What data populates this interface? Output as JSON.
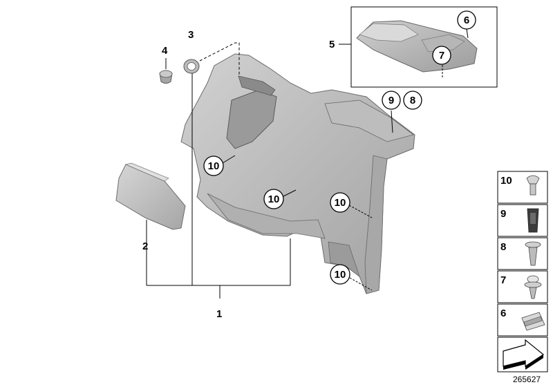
{
  "callouts": {
    "c1": "1",
    "c2": "2",
    "c3": "3",
    "c4": "4",
    "c5": "5",
    "c6": "6",
    "c7": "7",
    "c8": "8",
    "c9": "9",
    "c10a": "10",
    "c10b": "10",
    "c10c": "10",
    "c10d": "10"
  },
  "legend": [
    {
      "number": "10",
      "part": "push-rivet-icon"
    },
    {
      "number": "9",
      "part": "expanding-nut-icon"
    },
    {
      "number": "8",
      "part": "screw-with-washer-icon"
    },
    {
      "number": "7",
      "part": "clip-rivet-icon"
    },
    {
      "number": "6",
      "part": "spring-clip-nut-icon"
    }
  ],
  "legend_footer_icon": "arrow-direction-icon",
  "document_id": "265627",
  "colors": {
    "part_fill": "#c4c4c4",
    "part_dark": "#8f8f8f",
    "line": "#000000"
  }
}
